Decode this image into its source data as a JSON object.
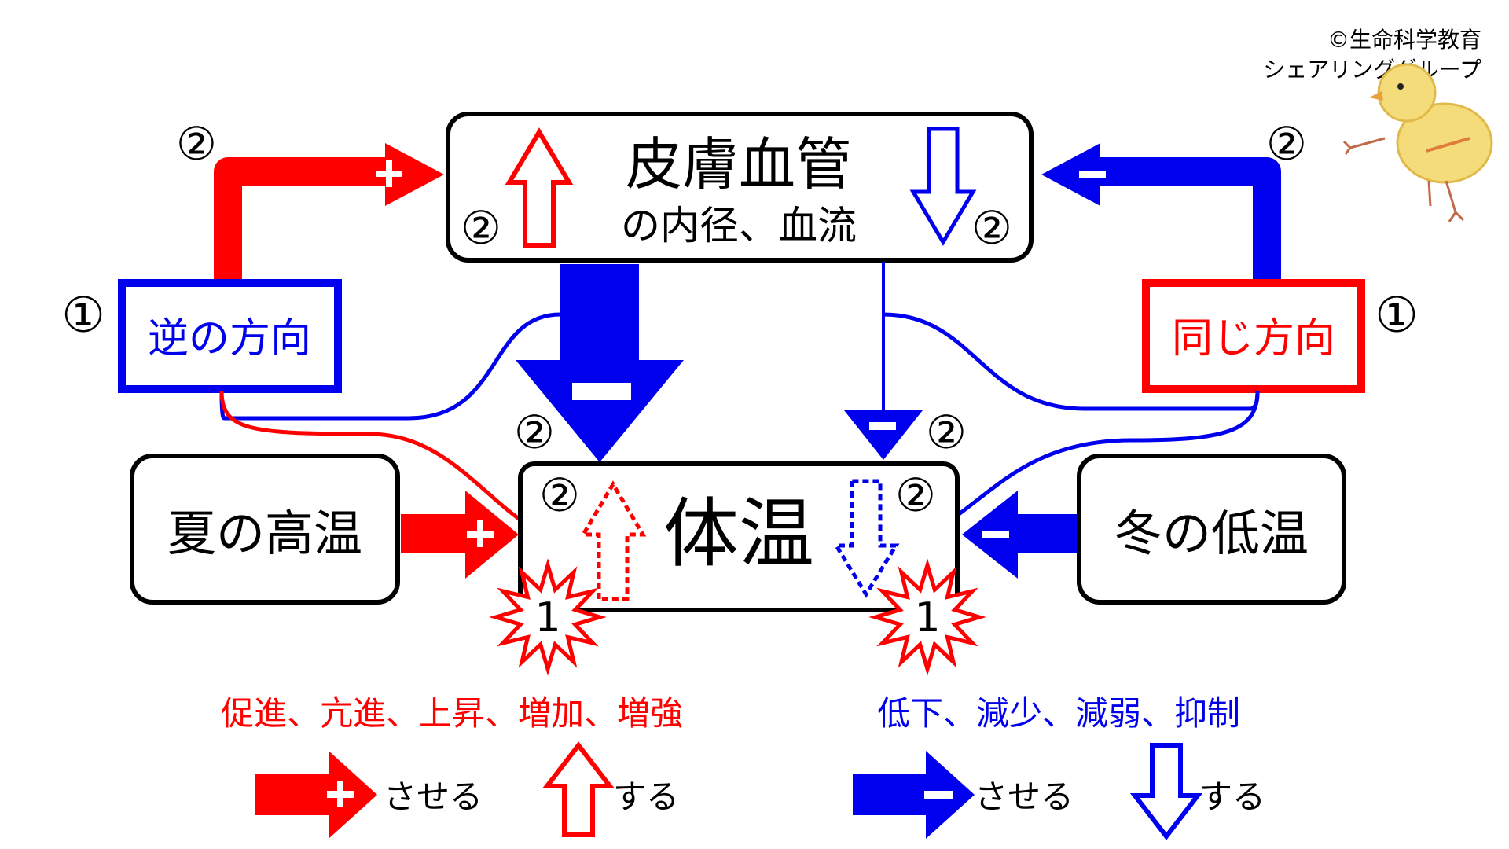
{
  "credit": {
    "line1": "©生命科学教育",
    "line2": "シェアリンググループ"
  },
  "nodes": {
    "vessel": {
      "title": "皮膚血管",
      "subtitle": "の内径、血流"
    },
    "body_temp": {
      "label": "体温"
    },
    "summer": {
      "label": "夏の高温"
    },
    "winter": {
      "label": "冬の低温"
    },
    "opposite": {
      "label": "逆の方向"
    },
    "same": {
      "label": "同じ方向"
    }
  },
  "markers": {
    "one": "①",
    "two": "②",
    "star_number": "1"
  },
  "signs": {
    "plus": "+",
    "minus": "−"
  },
  "legend": {
    "red_words": "促進、亢進、上昇、増加、増強",
    "blue_words": "低下、減少、減弱、抑制",
    "make_label": "させる",
    "do_label": "する"
  },
  "colors": {
    "red": "#ff0000",
    "blue": "#0000ee",
    "black": "#000000"
  }
}
